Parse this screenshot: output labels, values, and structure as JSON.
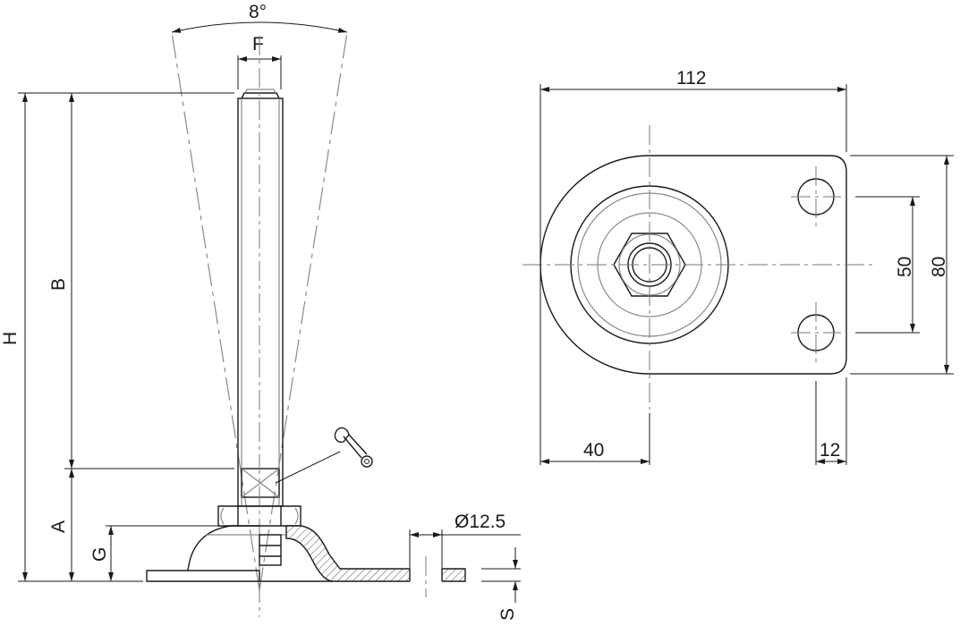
{
  "side_view": {
    "angle_label": "8°",
    "dims": {
      "F": "F",
      "H": "H",
      "B": "B",
      "A": "A",
      "G": "G",
      "S": "S",
      "hole_dia": "Ø12.5"
    },
    "wrench_icon": "wrench-icon"
  },
  "top_view": {
    "dims": {
      "width": "112",
      "height": "80",
      "hole_spacing": "50",
      "center_offset": "40",
      "edge_offset": "12"
    }
  }
}
